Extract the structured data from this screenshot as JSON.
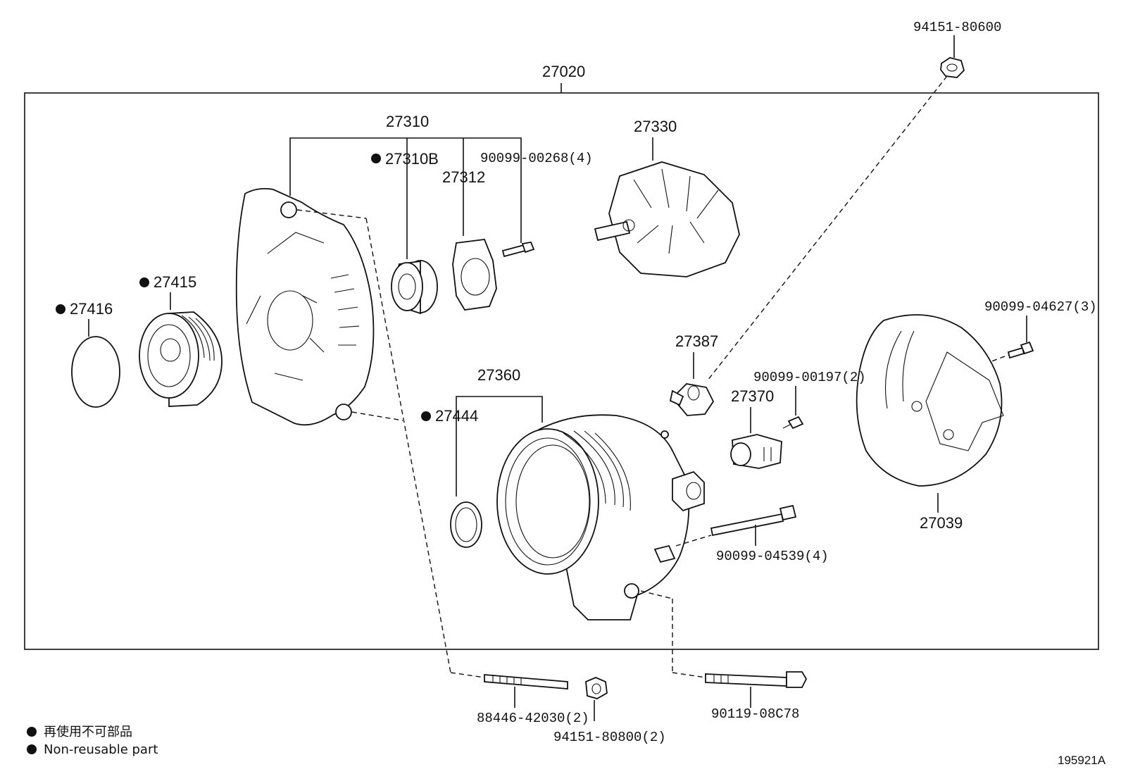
{
  "assembly": {
    "number": "27020"
  },
  "labels": {
    "p94151_80600": "94151-80600",
    "p27310": "27310",
    "p27310B": "27310B",
    "p90099_00268": "90099-00268(4)",
    "p27312": "27312",
    "p27330": "27330",
    "p27415": "27415",
    "p27416": "27416",
    "p90099_04627": "90099-04627(3)",
    "p27387": "27387",
    "p27360": "27360",
    "p90099_00197": "90099-00197(2)",
    "p27370": "27370",
    "p27444": "27444",
    "p27039": "27039",
    "p90099_04539": "90099-04539(4)",
    "p88446_42030": "88446-42030(2)",
    "p94151_80800": "94151-80800(2)",
    "p90119_08C78": "90119-08C78"
  },
  "legend": {
    "line_jp": "再使用不可部品",
    "line_en": "Non-reusable part"
  },
  "reference_code": "195921A"
}
